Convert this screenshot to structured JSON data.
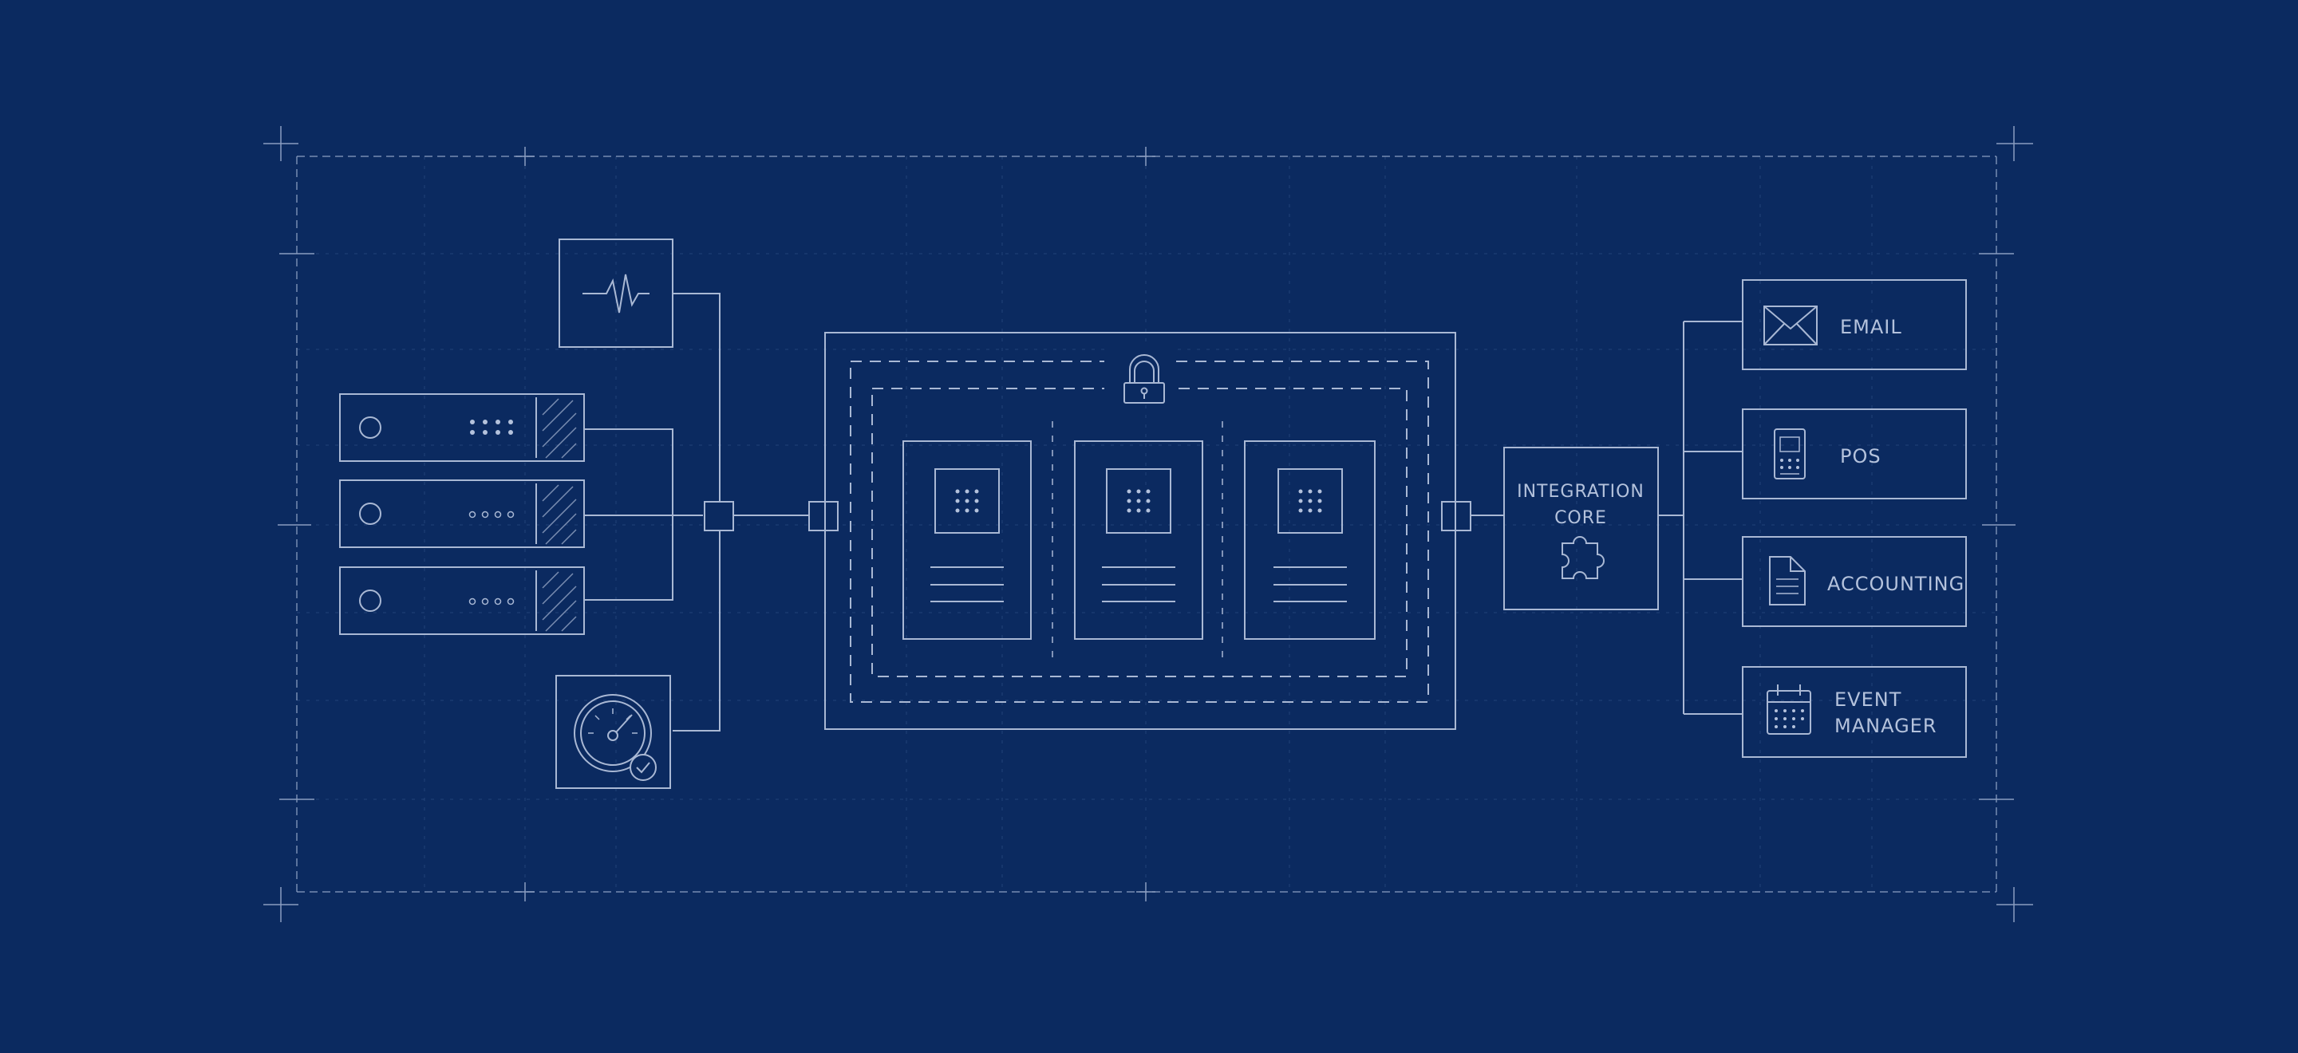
{
  "diagram": {
    "integration_core": {
      "line1": "INTEGRATION",
      "line2": "CORE"
    },
    "outputs": [
      {
        "icon": "envelope-icon",
        "lines": [
          "EMAIL"
        ]
      },
      {
        "icon": "pos-terminal-icon",
        "lines": [
          "POS"
        ]
      },
      {
        "icon": "document-icon",
        "lines": [
          "ACCOUNTING"
        ]
      },
      {
        "icon": "calendar-icon",
        "lines": [
          "EVENT",
          "MANAGER"
        ]
      }
    ],
    "inputs": {
      "monitor_icon": "heartbeat-icon",
      "servers": 3,
      "gauge_icon": "speedometer-check-icon"
    },
    "secure_zone": {
      "icon": "padlock-icon",
      "modules": 3
    },
    "colors": {
      "background": "#0b2a60",
      "line": "#a9b8d4",
      "grid": "#3f5d94"
    }
  }
}
